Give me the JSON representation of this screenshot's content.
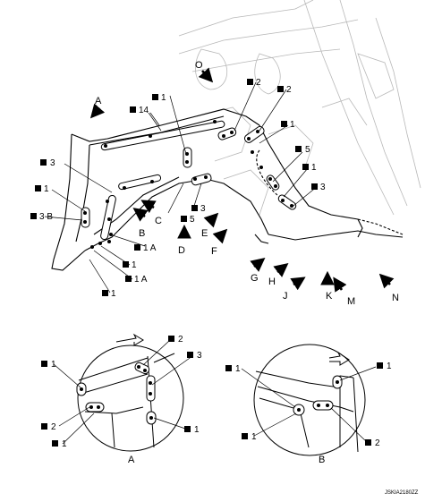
{
  "diagram": {
    "ref_code": "JSKIA2180ZZ",
    "view_labels": [
      "O",
      "A",
      "B",
      "C",
      "D",
      "E",
      "F",
      "G",
      "H",
      "J",
      "K",
      "M",
      "N"
    ],
    "detail_titles": {
      "left": "A",
      "right": "B"
    },
    "callouts": {
      "c_2_top": "2",
      "c_2_top_b": "2",
      "c_1_top": "1",
      "c_14": "14",
      "c_1_right": "1",
      "c_5_right": "5",
      "c_1_right2": "1",
      "c_3_right": "3",
      "c_3_left": "3",
      "c_1_left": "1",
      "c_3b": "3 B",
      "c_5_mid": "5",
      "c_3_mid": "3",
      "c_1a": "1 A",
      "c_1_low": "1",
      "c_1a_low": "1 A",
      "c_1_bottom": "1",
      "dA_2": "2",
      "dA_3": "3",
      "dA_1_left": "1",
      "dA_2_left": "2",
      "dA_1_bot": "1",
      "dA_1_right": "1",
      "dB_1_left": "1",
      "dB_1_right": "1",
      "dB_1_bot": "1",
      "dB_2": "2"
    }
  }
}
